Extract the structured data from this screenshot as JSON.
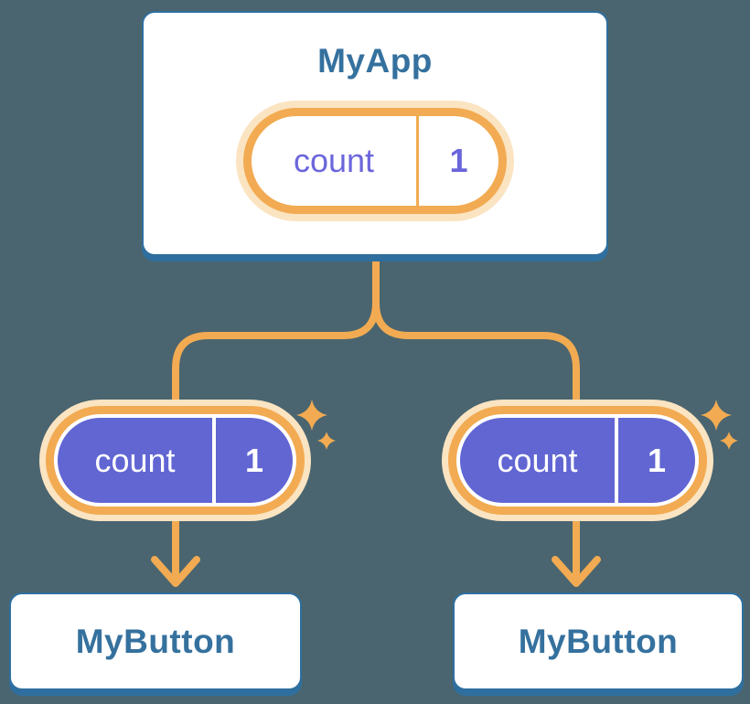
{
  "diagram": {
    "description": "Component tree showing state passed down as props",
    "root_card": {
      "title": "MyApp",
      "state_pill": {
        "label": "count",
        "value": "1"
      }
    },
    "child_pills": [
      {
        "label": "count",
        "value": "1"
      },
      {
        "label": "count",
        "value": "1"
      }
    ],
    "child_cards": [
      {
        "title": "MyButton"
      },
      {
        "title": "MyButton"
      }
    ],
    "icons": {
      "sparkle": "✦",
      "arrow_down": "↓"
    },
    "colors": {
      "background": "#4A656F",
      "card_background": "#FFFFFF",
      "card_border_blue": "#2F6F9F",
      "heading_blue": "#35719E",
      "accent_orange": "#F2AB52",
      "halo_cream": "#FBE4C2",
      "pill_purple": "#6166D3",
      "state_text_purple": "#6B66DB",
      "pill_text_white": "#FFFFFF"
    }
  }
}
